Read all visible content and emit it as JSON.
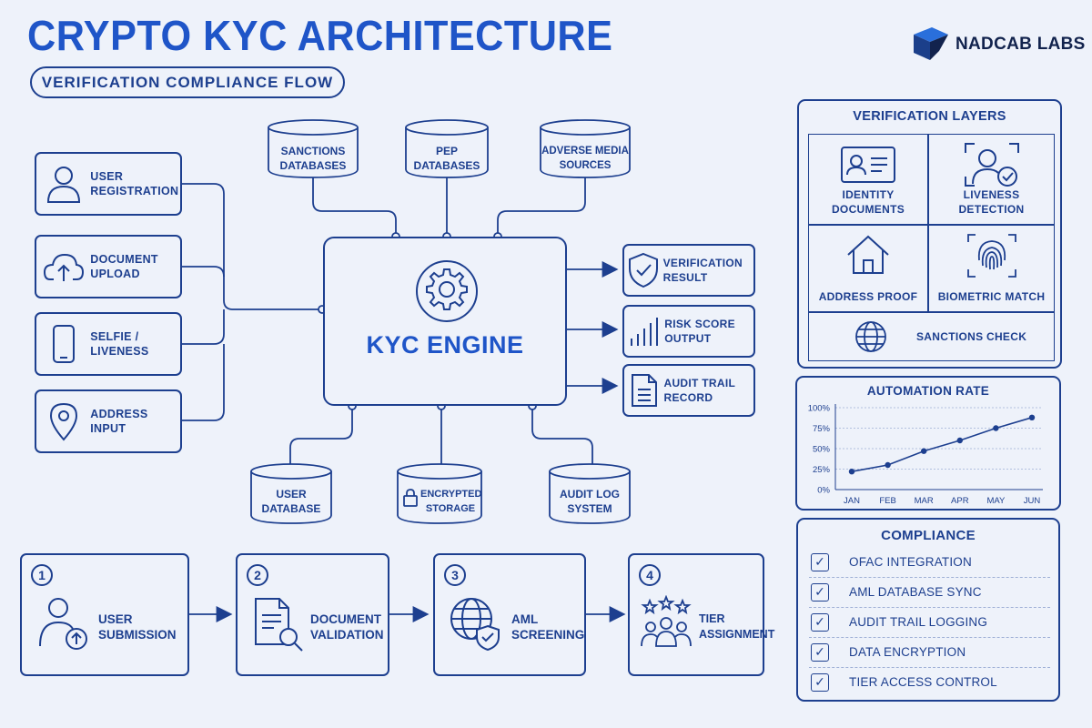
{
  "header": {
    "title": "CRYPTO KYC ARCHITECTURE",
    "subtitle": "VERIFICATION COMPLIANCE FLOW",
    "brand": "NADCAB LABS"
  },
  "inputs": [
    {
      "label": "USER REGISTRATION",
      "icon": "user-icon"
    },
    {
      "label": "DOCUMENT UPLOAD",
      "icon": "cloud-upload-icon"
    },
    {
      "label": "SELFIE / LIVENESS",
      "icon": "phone-icon"
    },
    {
      "label": "ADDRESS INPUT",
      "icon": "location-pin-icon"
    }
  ],
  "top_databases": [
    {
      "label": "SANCTIONS DATABASES"
    },
    {
      "label": "PEP DATABASES"
    },
    {
      "label": "ADVERSE MEDIA SOURCES"
    }
  ],
  "engine": {
    "label": "KYC ENGINE",
    "icon": "gear-icon"
  },
  "outputs": [
    {
      "label": "VERIFICATION RESULT",
      "icon": "shield-check-icon"
    },
    {
      "label": "RISK SCORE OUTPUT",
      "icon": "bar-chart-icon"
    },
    {
      "label": "AUDIT TRAIL RECORD",
      "icon": "document-icon"
    }
  ],
  "bottom_databases": [
    {
      "label": "USER DATABASE"
    },
    {
      "label": "ENCRYPTED STORAGE",
      "icon": "lock-icon"
    },
    {
      "label": "AUDIT LOG SYSTEM"
    }
  ],
  "steps": [
    {
      "number": "1",
      "label": "USER SUBMISSION",
      "icon": "user-upload-icon"
    },
    {
      "number": "2",
      "label": "DOCUMENT VALIDATION",
      "icon": "document-search-icon"
    },
    {
      "number": "3",
      "label": "AML SCREENING",
      "icon": "globe-shield-icon"
    },
    {
      "number": "4",
      "label": "TIER ASSIGNMENT",
      "icon": "group-stars-icon"
    }
  ],
  "verification_layers": {
    "title": "VERIFICATION LAYERS",
    "items": [
      {
        "label": "IDENTITY DOCUMENTS",
        "icon": "id-card-icon"
      },
      {
        "label": "LIVENESS DETECTION",
        "icon": "face-scan-icon"
      },
      {
        "label": "ADDRESS PROOF",
        "icon": "house-icon"
      },
      {
        "label": "BIOMETRIC MATCH",
        "icon": "fingerprint-icon"
      },
      {
        "label": "SANCTIONS CHECK",
        "icon": "globe-icon"
      }
    ]
  },
  "automation_chart": {
    "title": "AUTOMATION RATE"
  },
  "chart_data": {
    "type": "line",
    "title": "AUTOMATION RATE",
    "categories": [
      "JAN",
      "FEB",
      "MAR",
      "APR",
      "MAY",
      "JUN"
    ],
    "values": [
      22,
      30,
      47,
      60,
      75,
      88
    ],
    "yticks": [
      "0%",
      "25%",
      "50%",
      "75%",
      "100%"
    ],
    "ylim": [
      0,
      100
    ],
    "grid": true
  },
  "compliance": {
    "title": "COMPLIANCE",
    "items": [
      {
        "label": "OFAC INTEGRATION"
      },
      {
        "label": "AML DATABASE SYNC"
      },
      {
        "label": "AUDIT TRAIL LOGGING"
      },
      {
        "label": "DATA ENCRYPTION"
      },
      {
        "label": "TIER ACCESS CONTROL"
      }
    ]
  },
  "colors": {
    "primary": "#1d3f8f",
    "accent": "#1f55c8",
    "background": "#eef2fa"
  }
}
